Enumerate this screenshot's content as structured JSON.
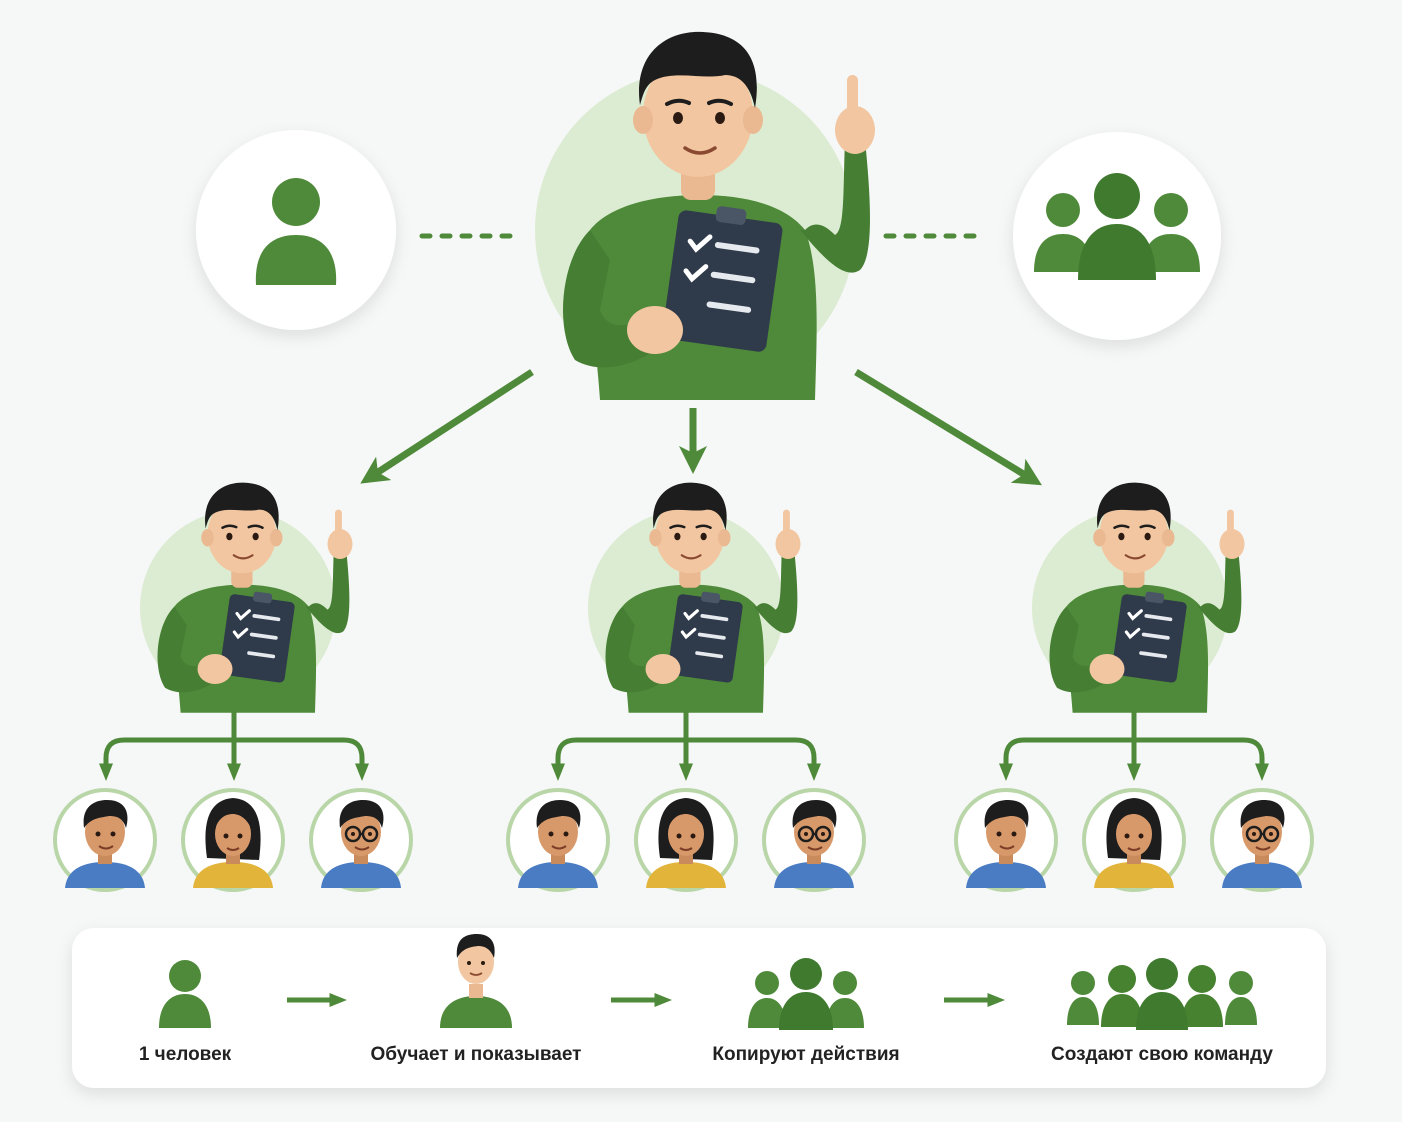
{
  "colors": {
    "green": "#4f8a3a",
    "green_dark": "#3d6f2d",
    "green_light": "#dcecd2",
    "skin": "#f2c6a0",
    "hair": "#1d1d1d",
    "clipboard": "#2f3a4a",
    "shirt_blue": "#4a7cc4",
    "shirt_yellow": "#e2b43a",
    "panel_bg": "#ffffff"
  },
  "icons": {
    "single_person": "person-icon",
    "group": "group-icon",
    "mentor": "mentor-with-clipboard",
    "clipboard": "clipboard-checklist-icon"
  },
  "steps": [
    {
      "label": "1 человек",
      "icon": "person-icon"
    },
    {
      "label": "Обучает и показывает",
      "icon": "mentor-avatar-icon"
    },
    {
      "label": "Копируют действия",
      "icon": "group-of-three-icon"
    },
    {
      "label": "Создают свою команду",
      "icon": "group-of-five-icon"
    }
  ],
  "tree": {
    "levels": 3,
    "mentors_level_2": 3,
    "members_per_mentor": 3,
    "member_types": [
      "man",
      "woman",
      "man-with-glasses"
    ]
  }
}
